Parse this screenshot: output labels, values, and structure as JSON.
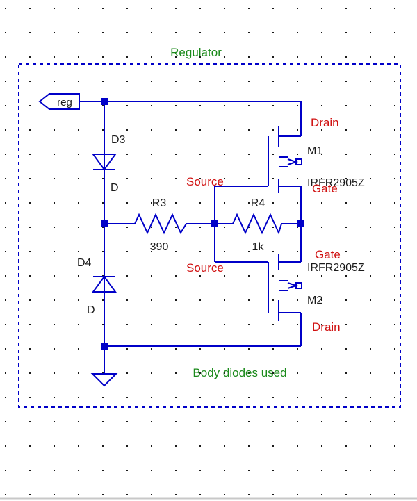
{
  "colors": {
    "background": "#ffffff",
    "grid_dot": "#1a1a1a",
    "wire": "#0000c8",
    "component_label": "#1a1a1a",
    "group_label": "#1a8a1a",
    "pin_annotation": "#d01010"
  },
  "diagram": {
    "group_title": "Regulator",
    "note": "Body diodes used",
    "net_label": "reg",
    "components": {
      "d3": {
        "name": "D3",
        "type": "D"
      },
      "d4": {
        "name": "D4",
        "type": "D"
      },
      "r3": {
        "name": "R3",
        "value": "390"
      },
      "r4": {
        "name": "R4",
        "value": "1k"
      },
      "m1": {
        "name": "M1",
        "part": "IRFR2905Z"
      },
      "m2": {
        "name": "M2",
        "part": "IRFR2905Z"
      }
    },
    "pin_labels": {
      "m1_drain": "Drain",
      "m1_source": "Source",
      "m1_gate": "Gate",
      "m2_gate": "Gate",
      "m2_source": "Source",
      "m2_drain": "Drain"
    }
  }
}
